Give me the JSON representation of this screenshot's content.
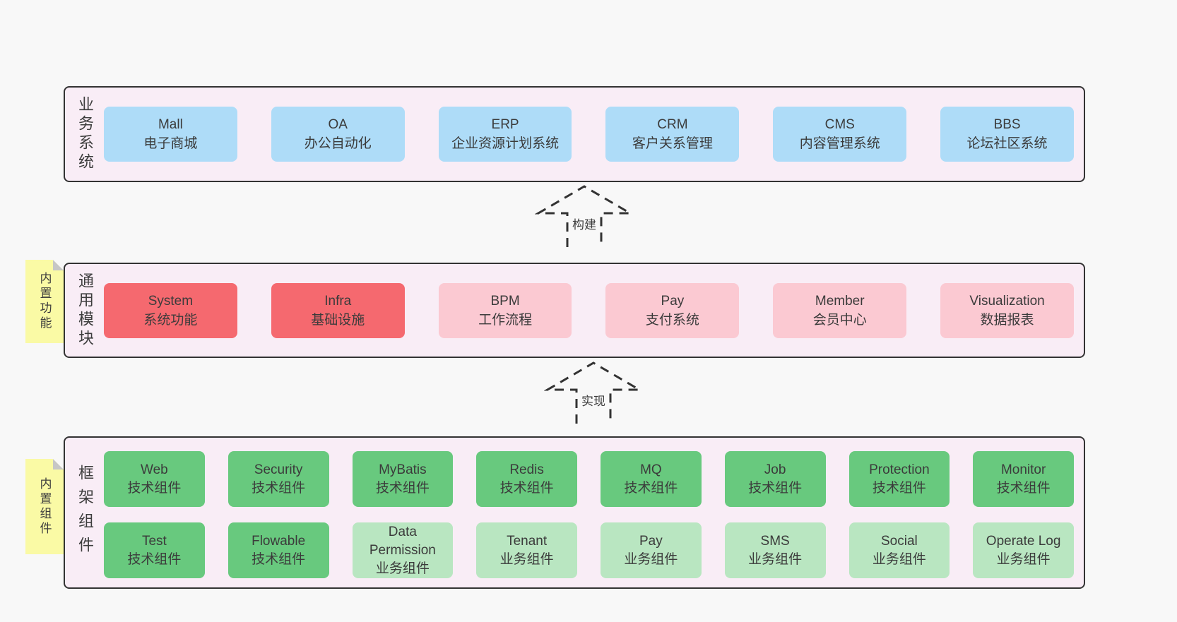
{
  "palette": {
    "page_bg": "#f8f8f8",
    "container_bg": "#f9edf6",
    "container_border": "#333333",
    "blue": "#aedcf8",
    "red": "#f5696f",
    "pink": "#fbc9d2",
    "green": "#68c97e",
    "light_green": "#b9e6c1",
    "note_bg": "#fafaa5",
    "note_fold": "#c6c6c6",
    "text": "#3d3d3d"
  },
  "arrows": [
    {
      "label": "构建"
    },
    {
      "label": "实现"
    }
  ],
  "sections": [
    {
      "label": "业务系统",
      "boxes": [
        {
          "title": "Mall",
          "subtitle": "电子商城",
          "variant": "blue"
        },
        {
          "title": "OA",
          "subtitle": "办公自动化",
          "variant": "blue"
        },
        {
          "title": "ERP",
          "subtitle": "企业资源计划系统",
          "variant": "blue"
        },
        {
          "title": "CRM",
          "subtitle": "客户关系管理",
          "variant": "blue"
        },
        {
          "title": "CMS",
          "subtitle": "内容管理系统",
          "variant": "blue"
        },
        {
          "title": "BBS",
          "subtitle": "论坛社区系统",
          "variant": "blue"
        }
      ]
    },
    {
      "label": "通用模块",
      "tag": "内置功能",
      "boxes": [
        {
          "title": "System",
          "subtitle": "系统功能",
          "variant": "red"
        },
        {
          "title": "Infra",
          "subtitle": "基础设施",
          "variant": "red"
        },
        {
          "title": "BPM",
          "subtitle": "工作流程",
          "variant": "pink"
        },
        {
          "title": "Pay",
          "subtitle": "支付系统",
          "variant": "pink"
        },
        {
          "title": "Member",
          "subtitle": "会员中心",
          "variant": "pink"
        },
        {
          "title": "Visualization",
          "subtitle": "数据报表",
          "variant": "pink"
        }
      ]
    },
    {
      "label": "框架组件",
      "tag": "内置组件",
      "rows": [
        [
          {
            "title": "Web",
            "subtitle": "技术组件",
            "variant": "green"
          },
          {
            "title": "Security",
            "subtitle": "技术组件",
            "variant": "green"
          },
          {
            "title": "MyBatis",
            "subtitle": "技术组件",
            "variant": "green"
          },
          {
            "title": "Redis",
            "subtitle": "技术组件",
            "variant": "green"
          },
          {
            "title": "MQ",
            "subtitle": "技术组件",
            "variant": "green"
          },
          {
            "title": "Job",
            "subtitle": "技术组件",
            "variant": "green"
          },
          {
            "title": "Protection",
            "subtitle": "技术组件",
            "variant": "green"
          },
          {
            "title": "Monitor",
            "subtitle": "技术组件",
            "variant": "green"
          }
        ],
        [
          {
            "title": "Test",
            "subtitle": "技术组件",
            "variant": "green"
          },
          {
            "title": "Flowable",
            "subtitle": "技术组件",
            "variant": "green"
          },
          {
            "title": "Data Permission",
            "subtitle": "业务组件",
            "variant": "light-green"
          },
          {
            "title": "Tenant",
            "subtitle": "业务组件",
            "variant": "light-green"
          },
          {
            "title": "Pay",
            "subtitle": "业务组件",
            "variant": "light-green"
          },
          {
            "title": "SMS",
            "subtitle": "业务组件",
            "variant": "light-green"
          },
          {
            "title": "Social",
            "subtitle": "业务组件",
            "variant": "light-green"
          },
          {
            "title": "Operate Log",
            "subtitle": "业务组件",
            "variant": "light-green"
          }
        ]
      ]
    }
  ]
}
